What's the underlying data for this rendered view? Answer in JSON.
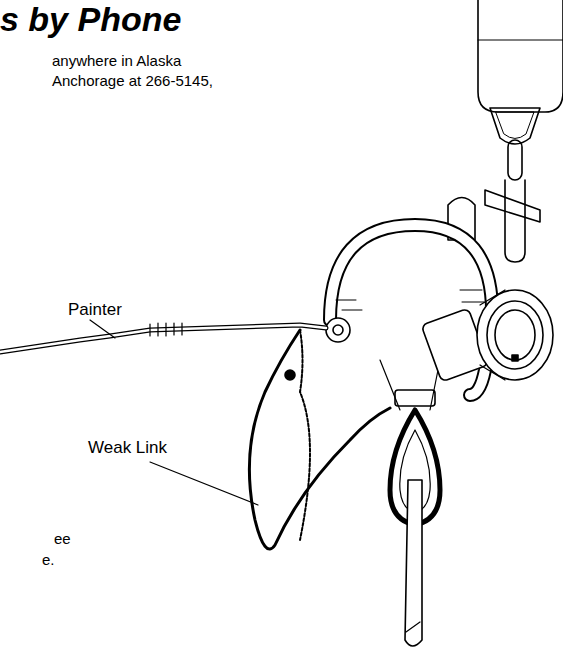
{
  "diagram": {
    "title": "s by Phone",
    "labels": [
      "anywhere in Alaska",
      "Anchorage at 266-5145,",
      "Painter",
      "Weak Link",
      "ee",
      "e."
    ]
  }
}
